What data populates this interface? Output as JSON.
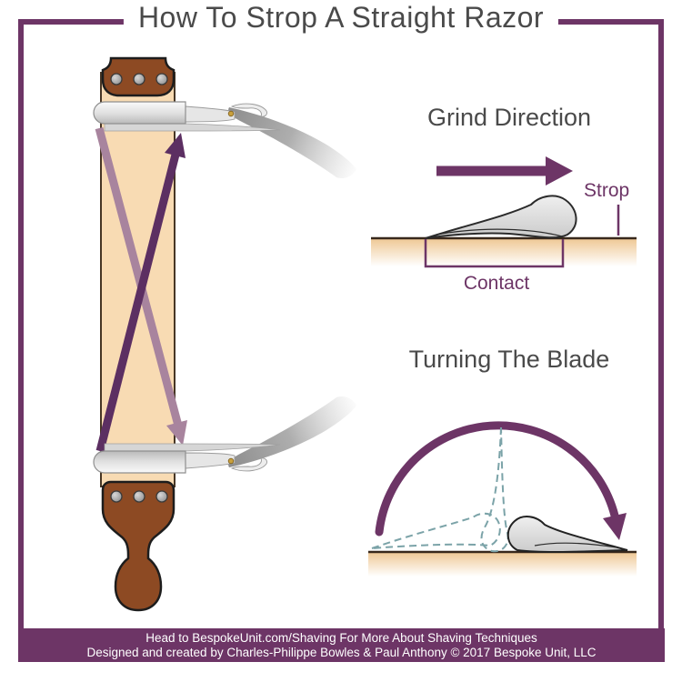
{
  "title": "How To Strop A Straight Razor",
  "grind_section": {
    "heading": "Grind Direction",
    "strop_label": "Strop",
    "contact_label": "Contact"
  },
  "turning_section": {
    "heading": "Turning The Blade"
  },
  "footer": {
    "line1": "Head to BespokeUnit.com/Shaving For More About Shaving Techniques",
    "line2": "Designed and created by Charles-Philippe Bowles & Paul Anthony © 2017 Bespoke Unit, LLC"
  },
  "icons": [
    "up-stroke-arrow",
    "down-stroke-arrow",
    "grind-direction-arrow",
    "turn-arc-arrow"
  ],
  "colors": {
    "frame_purple": "#6d3566",
    "footer_purple": "#6d3566",
    "dark_stroke_arrow": "#5c2f62",
    "light_stroke_arrow": "#a8849e",
    "strop_leather_tan": "#f8dbb3",
    "strop_surface_tan": "#efc997",
    "handle_brown": "#8d4a23",
    "ghost_outline_teal": "#7ba3a8",
    "heading_gray": "#4a4a4a",
    "razor_pin_gold": "#c9a03c",
    "footer_text": "#ffffff"
  }
}
